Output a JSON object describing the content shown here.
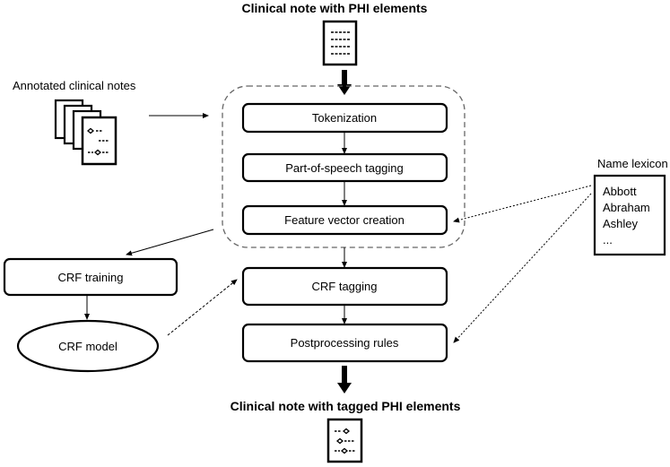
{
  "titles": {
    "input_note": "Clinical note with PHI elements",
    "output_note": "Clinical note with tagged PHI elements",
    "annotated_notes": "Annotated clinical notes",
    "name_lexicon": "Name lexicon"
  },
  "pipeline": {
    "tokenization": "Tokenization",
    "pos_tagging": "Part-of-speech tagging",
    "feature_vector": "Feature vector creation",
    "crf_tagging": "CRF tagging",
    "postprocessing": "Postprocessing rules"
  },
  "training": {
    "crf_training": "CRF training",
    "crf_model": "CRF model"
  },
  "lexicon_entries": [
    "Abbott",
    "Abraham",
    "Ashley",
    "..."
  ],
  "icons": {
    "input_note": "document-lines-icon",
    "output_note": "tagged-document-icon",
    "annotated_notes": "stacked-annotated-documents-icon"
  },
  "colors": {
    "stroke": "#000000",
    "dashed_box": "#666666",
    "background": "#ffffff"
  }
}
